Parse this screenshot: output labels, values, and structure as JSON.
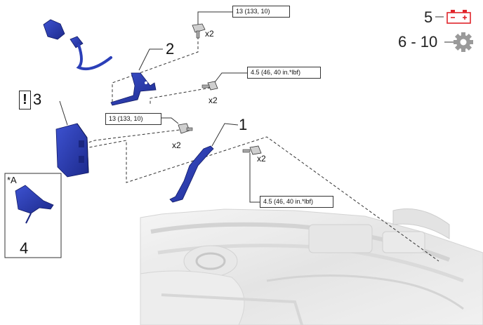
{
  "specs": {
    "top_bolt": "13 (133, 10)",
    "mid_right": "4.5 (46, 40 in.*lbf)",
    "mid_left": "13 (133, 10)",
    "bottom_right": "4.5 (46, 40 in.*lbf)"
  },
  "quantities": {
    "top_bolt": "x2",
    "mid_right": "x2",
    "mid_left": "x2",
    "bottom_right": "x2"
  },
  "callouts": {
    "part_1": "1",
    "part_2": "2",
    "part_3": "3",
    "part_4": "4",
    "caution_mark": "!",
    "detail_a": "*A"
  },
  "steps": {
    "battery_step": "5",
    "gear_steps": "6 - 10"
  },
  "colors": {
    "part_blue": "#2b3fb8",
    "part_dark": "#1a2680",
    "battery_red": "#e0252b",
    "gear_gray": "#9a9a9a",
    "leader": "#333333"
  },
  "icons": {
    "battery": "battery-terminal-icon",
    "gear": "gear-icon"
  }
}
